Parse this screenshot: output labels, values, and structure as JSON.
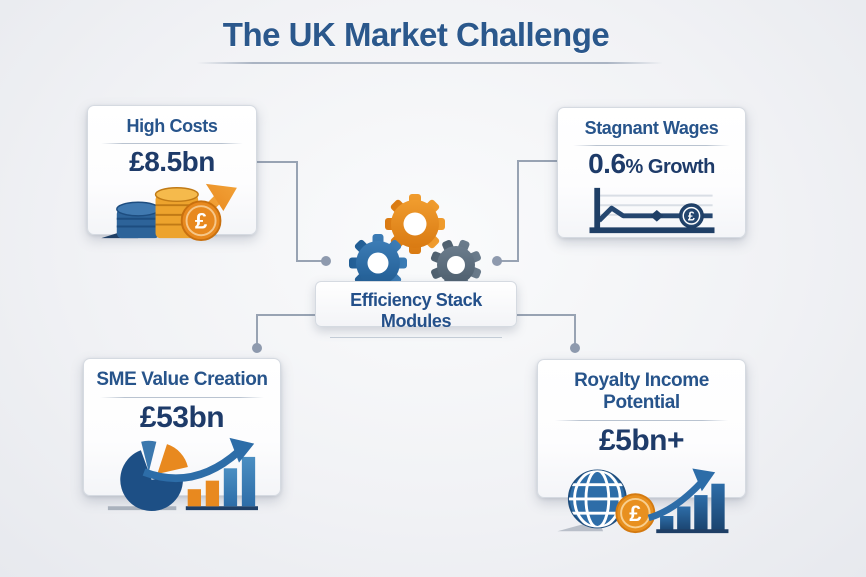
{
  "palette": {
    "title_blue": "#2b588c",
    "heading_blue": "#27548b",
    "value_navy": "#1e3b69",
    "orange": "#e8891f",
    "mid_blue": "#2d6da8",
    "dark_navy": "#1d4f85",
    "gray_gear": "#5d6e7e",
    "connector_gray": "#98a3b3"
  },
  "title": "The UK Market Challenge",
  "center": {
    "label": "Efficiency Stack Modules",
    "icon": "gears-icon"
  },
  "pound_symbol": "£",
  "cards": [
    {
      "id": "high-costs",
      "title": "High Costs",
      "value": "£8.5bn",
      "icon": "coins-growth-icon"
    },
    {
      "id": "stagnant-wages",
      "title": "Stagnant Wages",
      "value_big": "0.6",
      "value_small": "% Growth",
      "icon": "flat-line-chart-icon"
    },
    {
      "id": "sme-value-creation",
      "title": "SME Value Creation",
      "value": "£53bn",
      "icon": "pie-bar-growth-icon"
    },
    {
      "id": "royalty-income-potential",
      "title": "Royalty Income Potential",
      "value": "£5bn+",
      "icon": "globe-coin-growth-icon"
    }
  ]
}
